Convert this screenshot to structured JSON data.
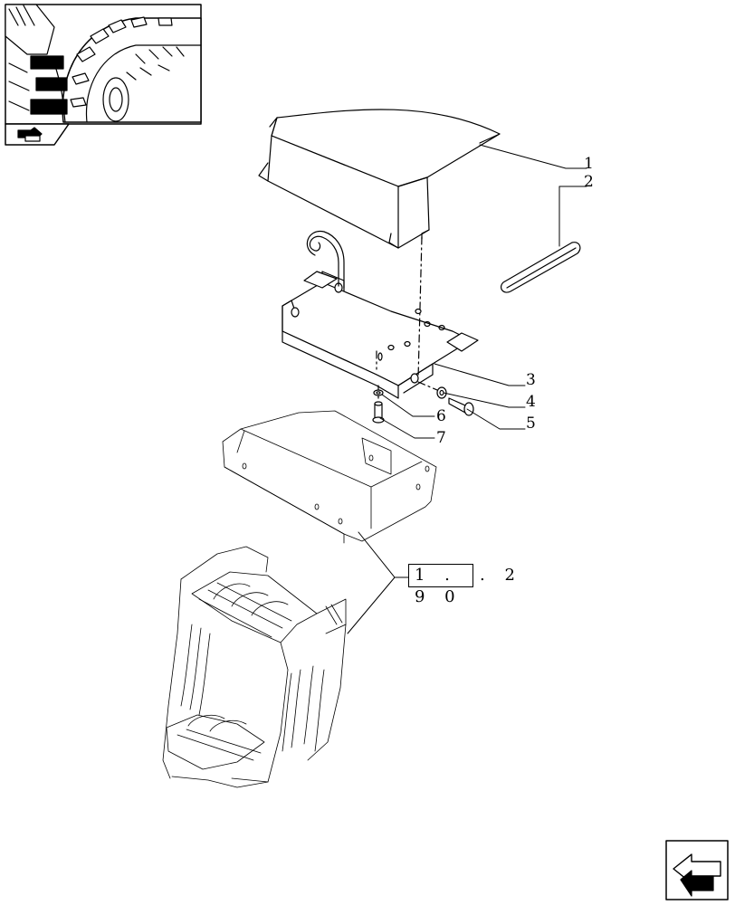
{
  "callouts": {
    "c1": "1",
    "c2": "2",
    "c3": "3",
    "c4": "4",
    "c5": "5",
    "c6": "6",
    "c7": "7"
  },
  "reference": {
    "boxed": "1 . 9 0",
    "suffix": ". 2"
  },
  "icons": {
    "thumbnail": "tractor-wheel-thumbnail-icon",
    "thumbnail_tag": "book-arrow-icon",
    "navigation": "next-page-arrow-icon"
  },
  "colors": {
    "line": "#000000",
    "thumbnail_fill": "#000000",
    "background": "#ffffff"
  }
}
